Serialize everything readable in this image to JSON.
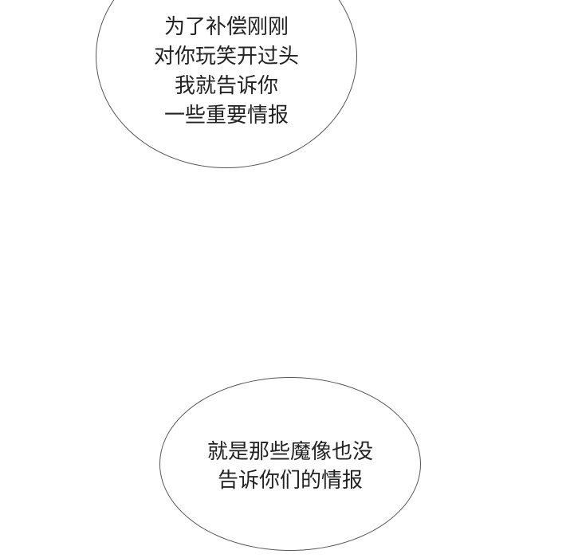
{
  "bubbles": [
    {
      "lines": [
        "为了补偿刚刚",
        "对你玩笑开过头",
        "我就告诉你",
        "一些重要情报"
      ]
    },
    {
      "lines": [
        "就是那些魔像也没",
        "告诉你们的情报"
      ]
    }
  ]
}
